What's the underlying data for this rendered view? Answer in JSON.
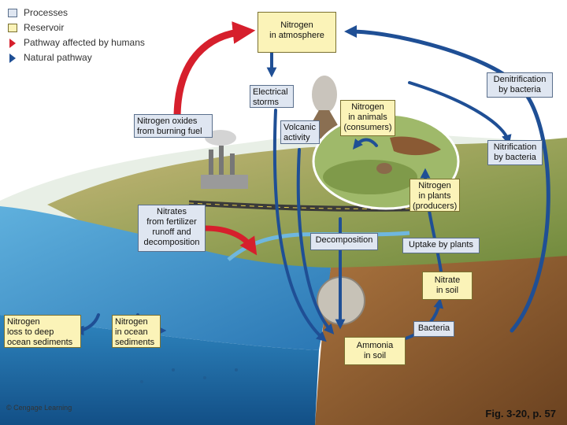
{
  "colors": {
    "process_fill": "#dfe6f1",
    "reservoir_fill": "#fbf3b8",
    "human_pathway": "#d61f2c",
    "natural_pathway": "#1f4f95",
    "ocean": "#3a8fc4",
    "soil": "#8a5a2e"
  },
  "legend": {
    "processes": "Processes",
    "reservoir": "Reservoir",
    "human": "Pathway affected by humans",
    "natural": "Natural pathway"
  },
  "labels": {
    "atmosphere": "Nitrogen\nin atmosphere",
    "electrical_storms": "Electrical\nstorms",
    "nitrogen_oxides": "Nitrogen oxides\nfrom burning fuel",
    "volcanic_activity": "Volcanic\nactivity",
    "animals": "Nitrogen\nin animals\n(consumers)",
    "denitrification": "Denitrification\nby bacteria",
    "nitrification": "Nitrification\nby bacteria",
    "plants": "Nitrogen\nin plants\n(producers)",
    "nitrates_runoff": "Nitrates\nfrom fertilizer\nrunoff and\ndecomposition",
    "decomposition": "Decomposition",
    "uptake": "Uptake by plants",
    "nitrate_soil": "Nitrate\nin soil",
    "bacteria": "Bacteria",
    "ammonia_soil": "Ammonia\nin soil",
    "ocean_loss": "Nitrogen\nloss to deep\nocean sediments",
    "ocean_sediments": "Nitrogen\nin ocean\nsediments"
  },
  "credit": "© Cengage Learning",
  "caption": "Fig. 3-20, p. 57"
}
